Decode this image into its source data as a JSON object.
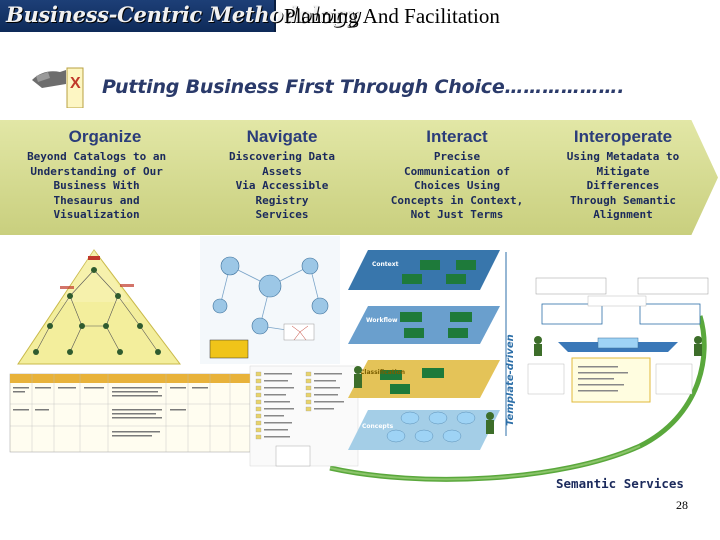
{
  "header": {
    "logo_text": "Business-Centric Methodology",
    "slide_title": "Planning And Facilitation"
  },
  "subtitle": "Putting Business First Through Choice……………….",
  "phases": [
    {
      "title": "Organize",
      "description": "Beyond Catalogs to an\nUnderstanding of Our\nBusiness With\nThesaurus and\nVisualization"
    },
    {
      "title": "Navigate",
      "description": "Discovering Data\nAssets\nVia Accessible\nRegistry\nServices"
    },
    {
      "title": "Interact",
      "description": "Precise\nCommunication of\nChoices Using\nConcepts in Context,\nNot Just Terms"
    },
    {
      "title": "Interoperate",
      "description": "Using Metadata to\nMitigate\nDifferences\nThrough Semantic\nAlignment"
    }
  ],
  "interact_layers": [
    "Context",
    "Workflow",
    "Classification",
    "Concepts"
  ],
  "interact_side_label": "Template-driven",
  "semantic_services_label": "Semantic Services",
  "page_number": "28",
  "colors": {
    "chevron_fill": "#d6dc91",
    "title_text": "#2b3d7a",
    "banner": "#163466"
  }
}
